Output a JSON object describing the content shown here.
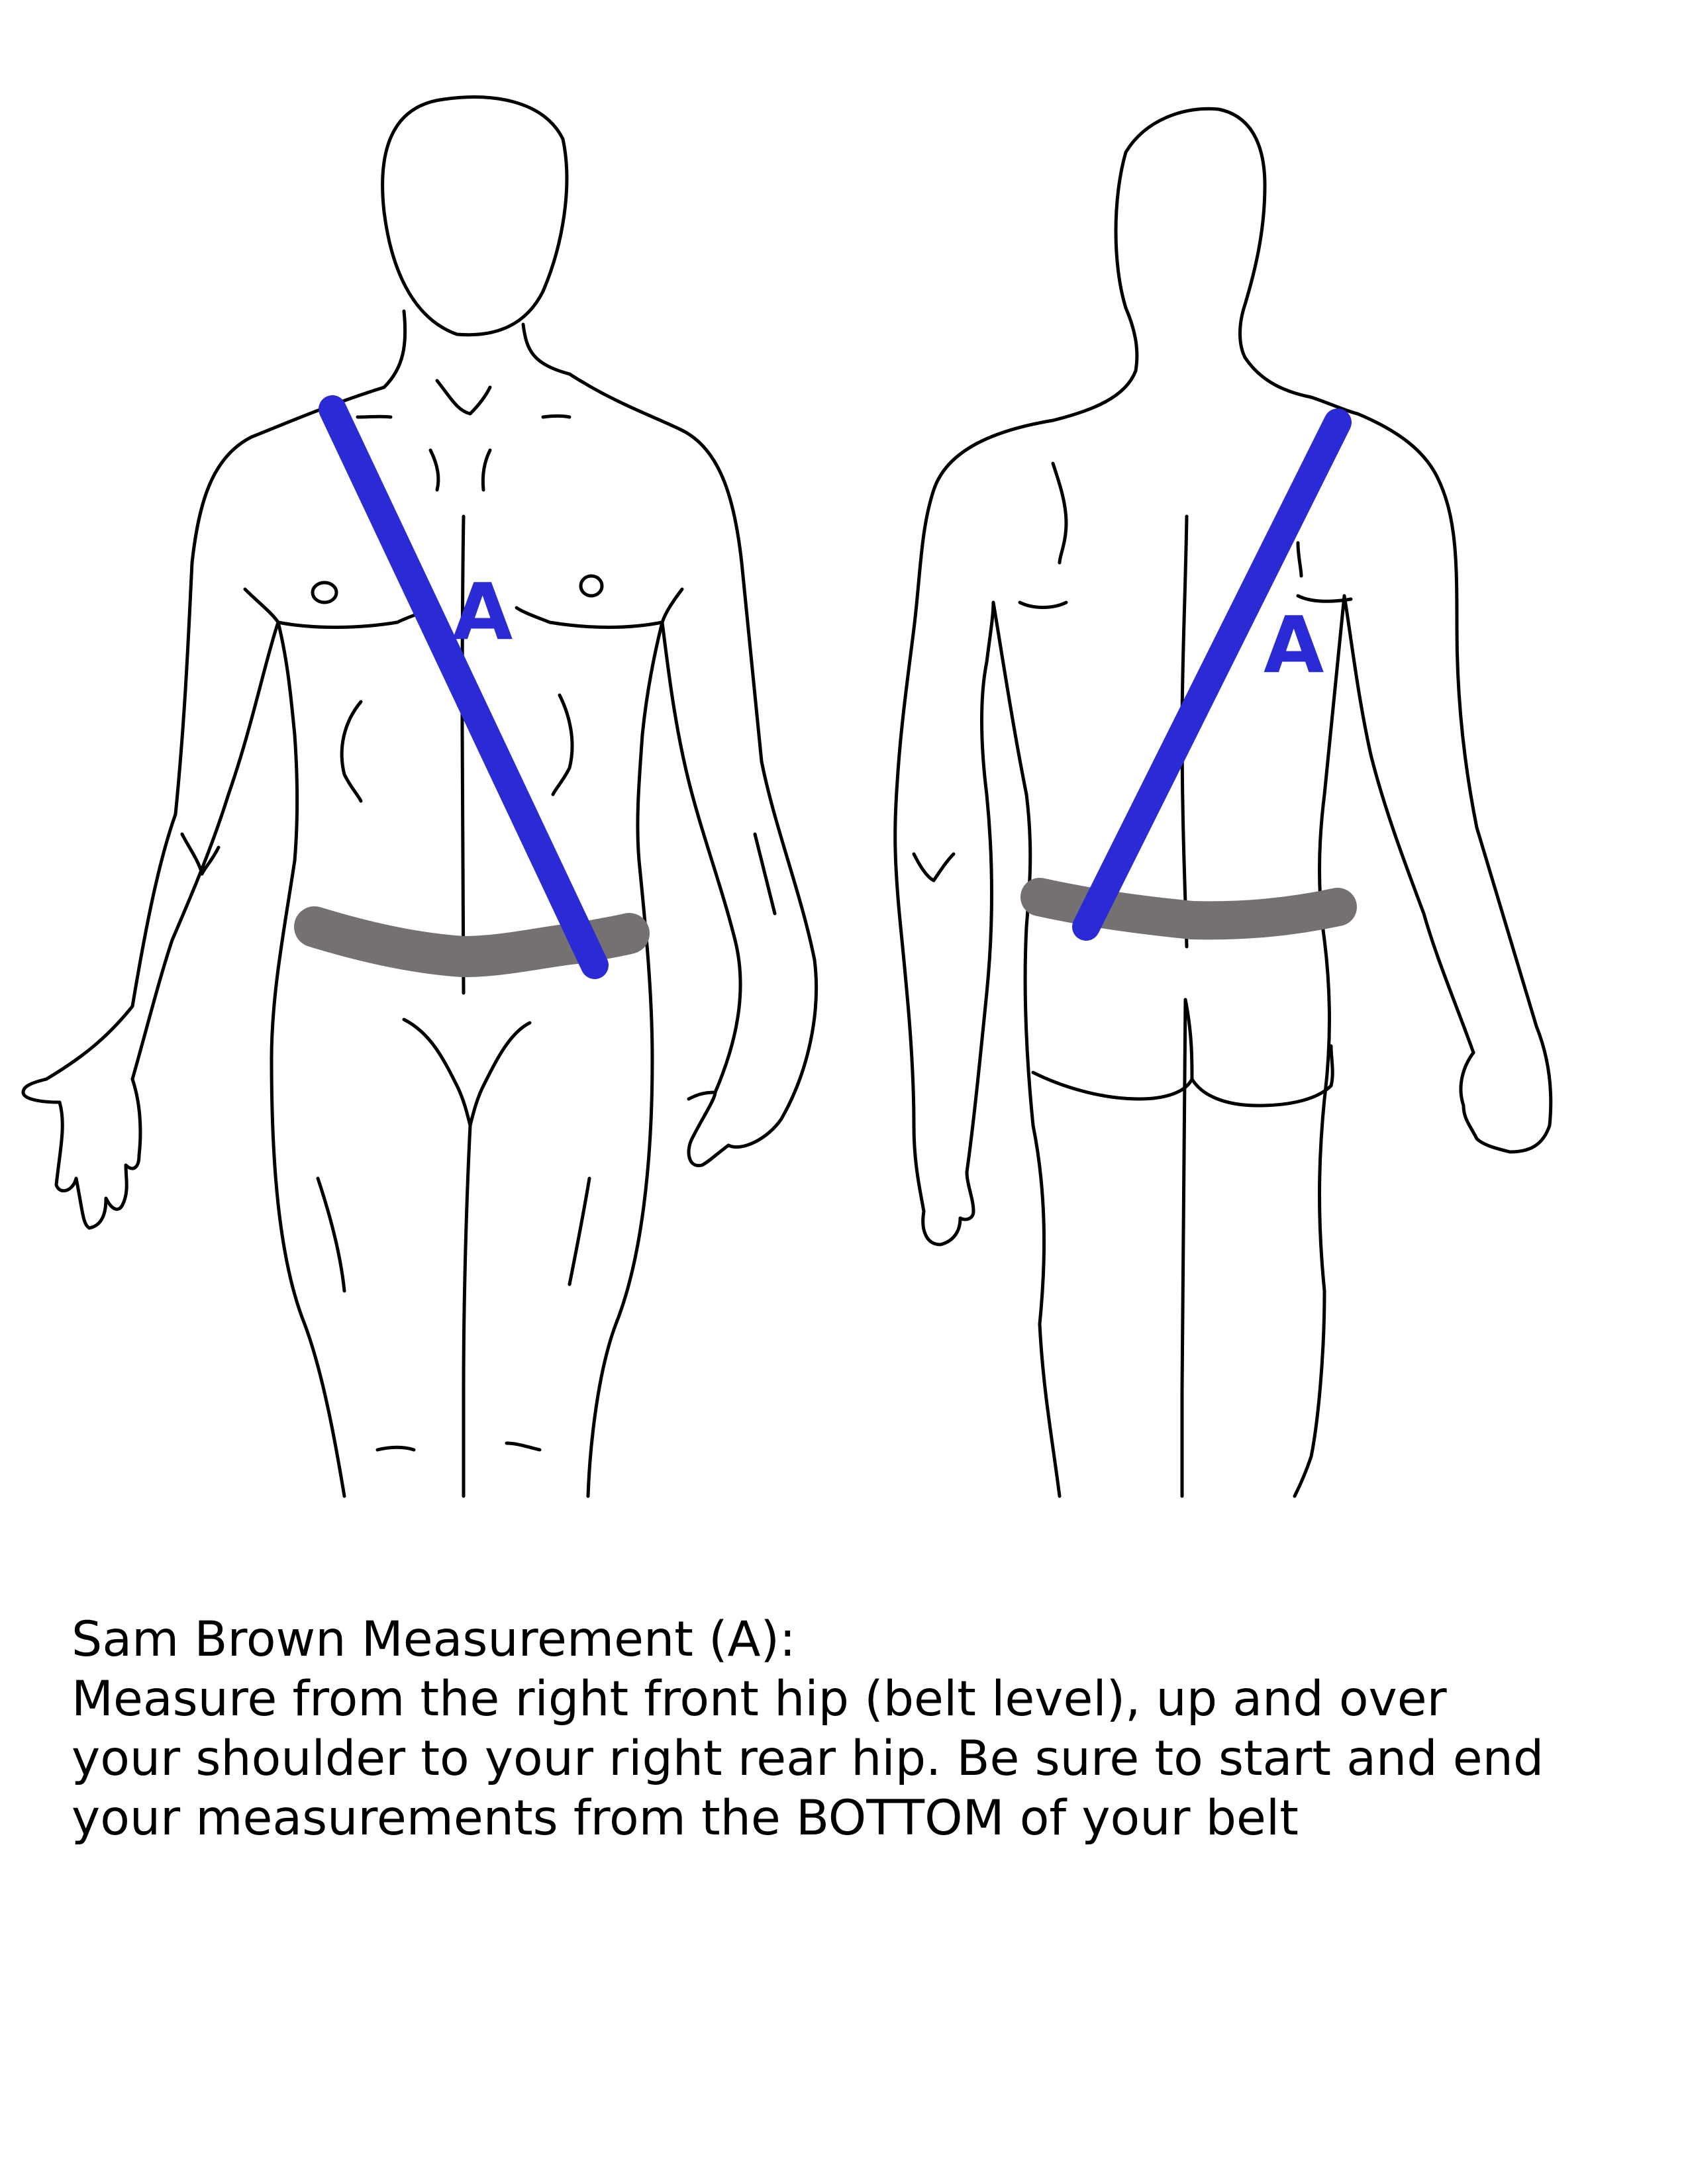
{
  "diagram": {
    "front_view": {
      "strap_label": "A"
    },
    "back_view": {
      "strap_label": "A"
    },
    "colors": {
      "strap": "#2b2bd6",
      "belt": "#757171",
      "outline": "#000000",
      "background": "#ffffff"
    }
  },
  "caption": {
    "title": "Sam Brown Measurement (A):",
    "lines": [
      "Measure from the right front hip (belt level), up and over",
      "your shoulder to your right rear hip. Be sure to start and end",
      "your measurements from the BOTTOM of your belt"
    ]
  }
}
